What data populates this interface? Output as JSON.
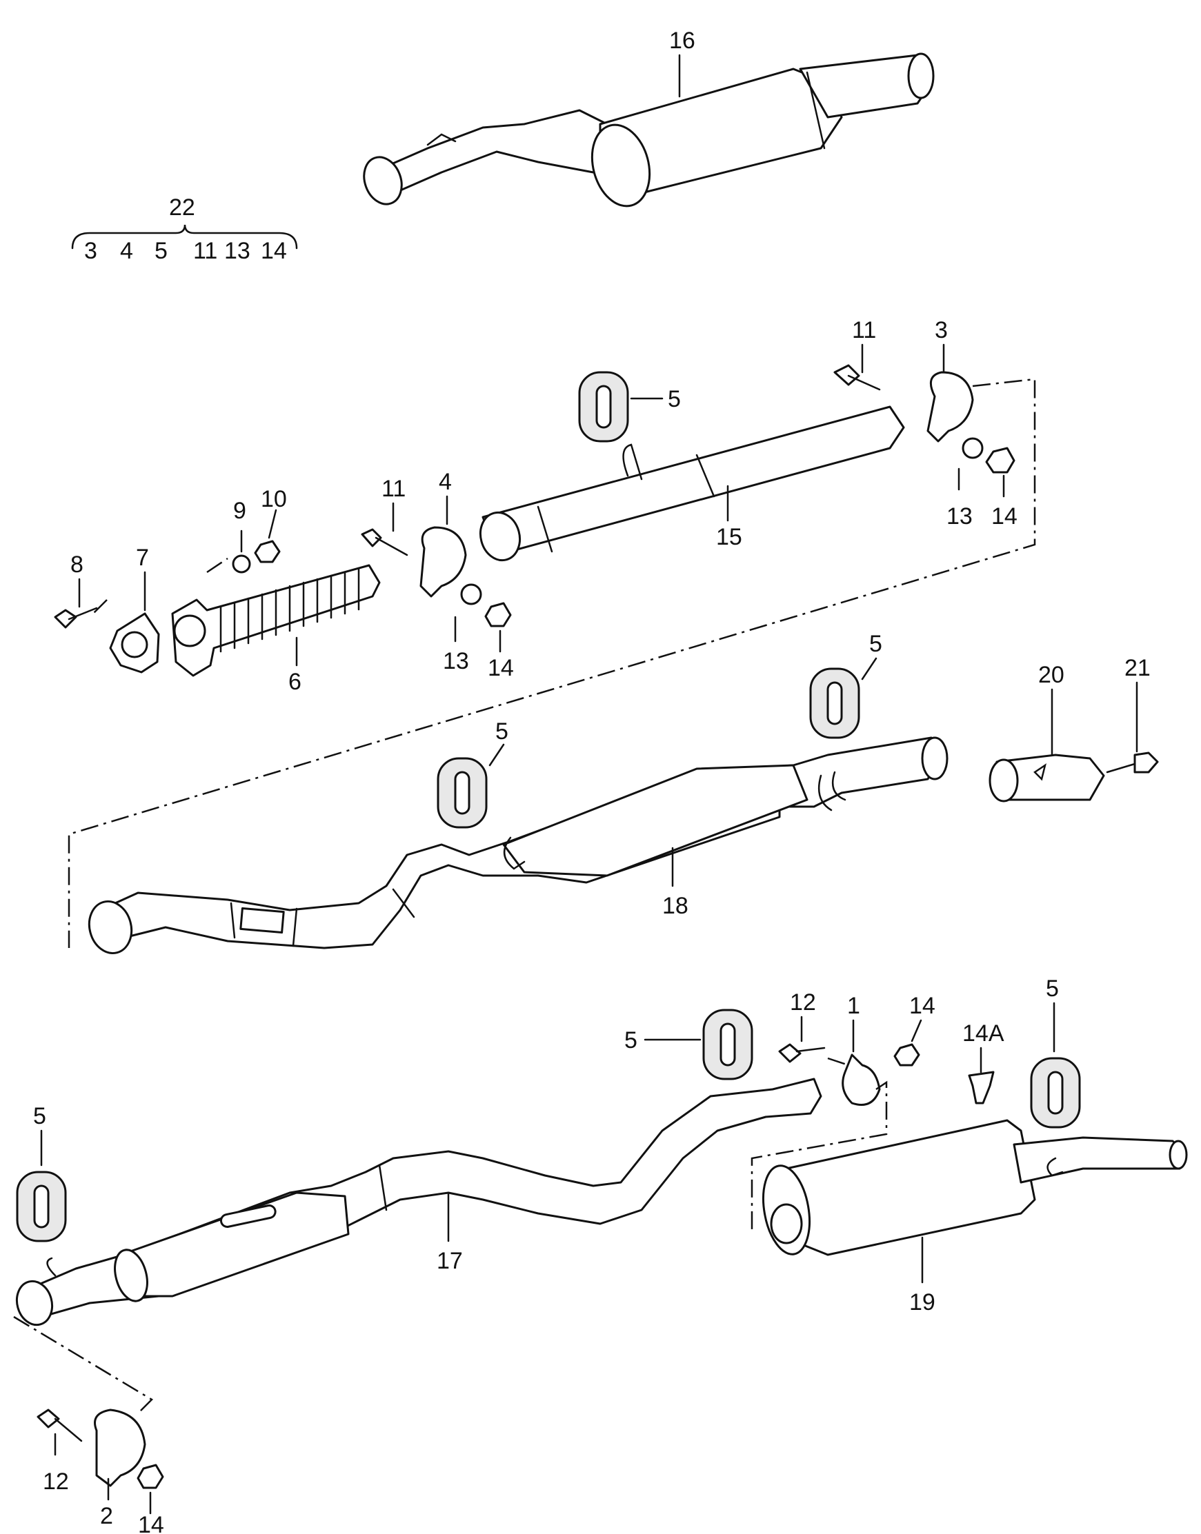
{
  "callouts": {
    "c16": "16",
    "c22": "22",
    "kit": [
      "3",
      "4",
      "5",
      "11",
      "13",
      "14"
    ],
    "c11a": "11",
    "c3": "3",
    "c5a": "5",
    "c13a": "13",
    "c14a": "14",
    "c15": "15",
    "c8": "8",
    "c7": "7",
    "c9": "9",
    "c10": "10",
    "c11b": "11",
    "c4": "4",
    "c6": "6",
    "c13b": "13",
    "c14b": "14",
    "c5b": "5",
    "c20": "20",
    "c21": "21",
    "c5c": "5",
    "c18": "18",
    "c12a": "12",
    "c1": "1",
    "c14c": "14",
    "c14A": "14A",
    "c5d": "5",
    "c5e": "5",
    "c5f": "5",
    "c17": "17",
    "c19": "19",
    "c12b": "12",
    "c2": "2",
    "c14d": "14"
  }
}
